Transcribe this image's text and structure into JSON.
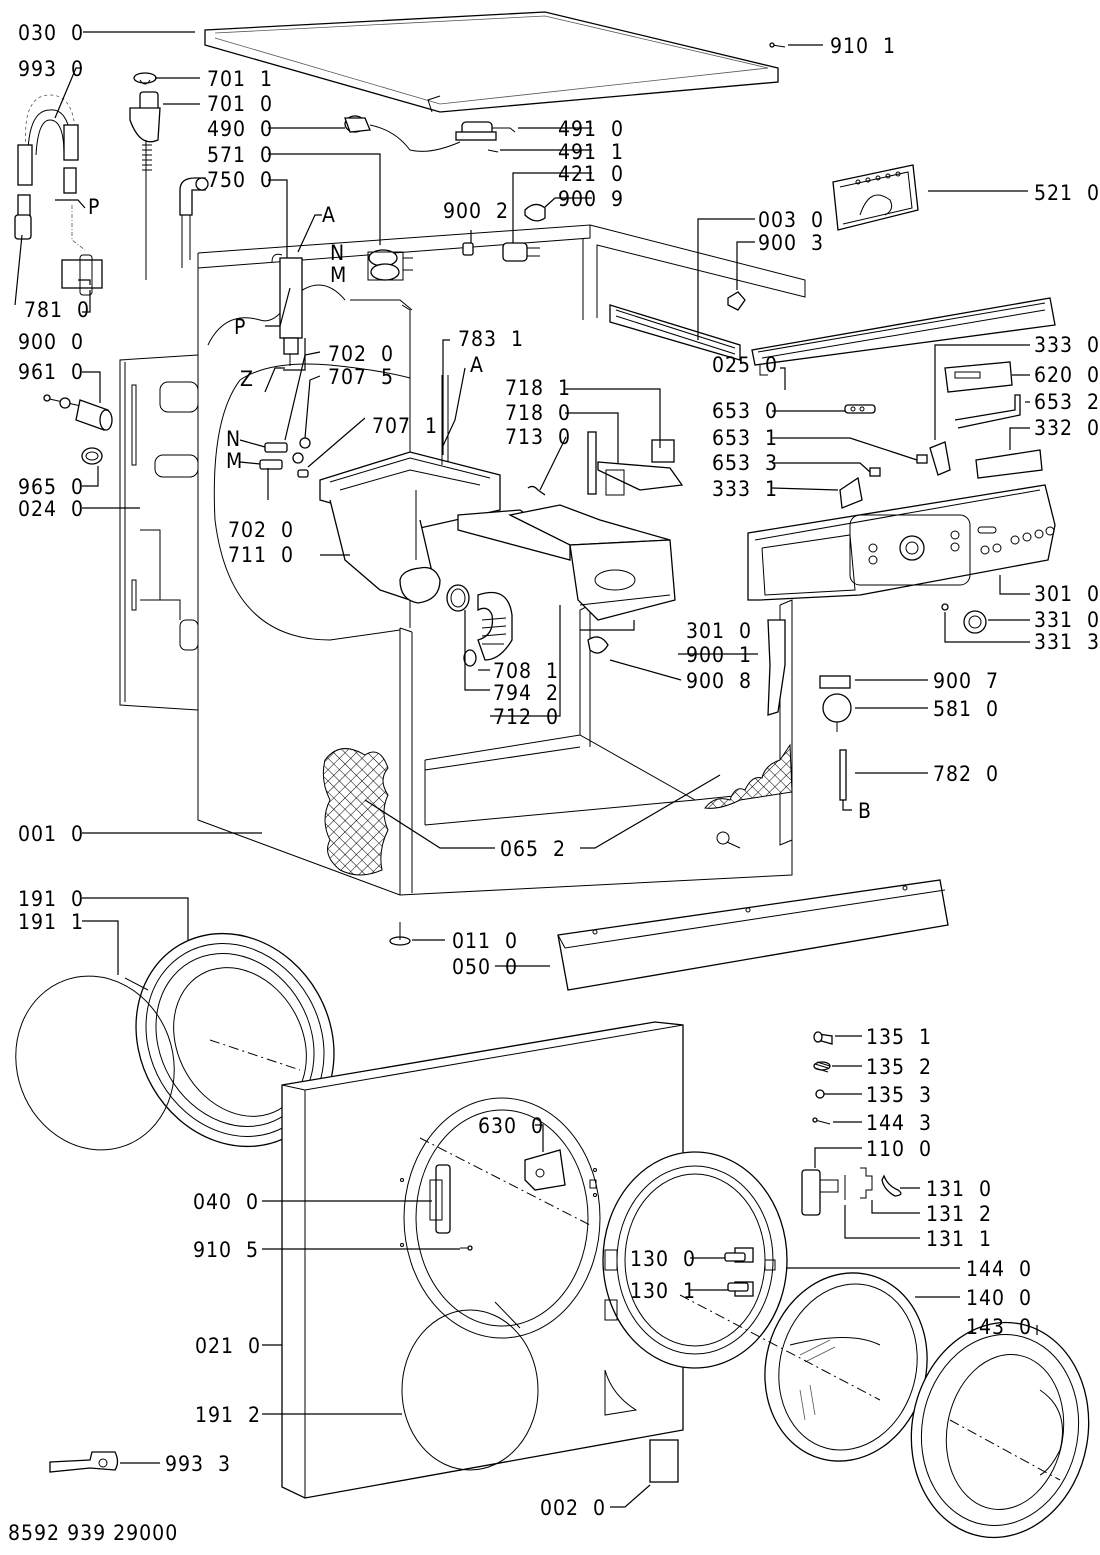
{
  "document_number": "8592 939 29000",
  "parts": [
    {
      "id": "030-0",
      "label": "030  0",
      "name": "top-cover"
    },
    {
      "id": "993-0",
      "label": "993  0",
      "name": "drain-hose-bracket"
    },
    {
      "id": "701-1",
      "label": "701  1",
      "name": "valve-cap"
    },
    {
      "id": "701-0",
      "label": "701  0",
      "name": "anti-siphon-valve"
    },
    {
      "id": "490-0",
      "label": "490  0",
      "name": "mains-plug"
    },
    {
      "id": "571-0",
      "label": "571  0",
      "name": "inlet-valve"
    },
    {
      "id": "750-0",
      "label": "750  0",
      "name": "air-chamber"
    },
    {
      "id": "491-0",
      "label": "491  0",
      "name": "suppressor"
    },
    {
      "id": "491-1",
      "label": "491  1",
      "name": "suppressor-screw"
    },
    {
      "id": "421-0",
      "label": "421  0",
      "name": "relay"
    },
    {
      "id": "900-9",
      "label": "900  9",
      "name": "clip-9"
    },
    {
      "id": "900-2",
      "label": "900  2",
      "name": "clip-2"
    },
    {
      "id": "910-1",
      "label": "910  1",
      "name": "top-screw"
    },
    {
      "id": "521-0",
      "label": "521  0",
      "name": "electronic-module"
    },
    {
      "id": "003-0",
      "label": "003  0",
      "name": "top-rail"
    },
    {
      "id": "900-3",
      "label": "900  3",
      "name": "clip-3"
    },
    {
      "id": "781-0",
      "label": "781  0",
      "name": "hose-connector"
    },
    {
      "id": "900-0",
      "label": "900  0",
      "name": "hose-clip"
    },
    {
      "id": "961-0",
      "label": "961  0",
      "name": "counterweight-bolt"
    },
    {
      "id": "965-0",
      "label": "965  0",
      "name": "grommet"
    },
    {
      "id": "024-0",
      "label": "024  0",
      "name": "back-panel"
    },
    {
      "id": "702-0a",
      "label": "702  0",
      "name": "hose-n"
    },
    {
      "id": "707-5",
      "label": "707  5",
      "name": "connector-5"
    },
    {
      "id": "707-1",
      "label": "707  1",
      "name": "connector-1"
    },
    {
      "id": "702-0b",
      "label": "702  0",
      "name": "hose-m"
    },
    {
      "id": "711-0",
      "label": "711  0",
      "name": "dispenser-housing"
    },
    {
      "id": "783-1",
      "label": "783  1",
      "name": "tube"
    },
    {
      "id": "718-1",
      "label": "718  1",
      "name": "siphon-cap"
    },
    {
      "id": "718-0",
      "label": "718  0",
      "name": "siphon"
    },
    {
      "id": "713-0",
      "label": "713  0",
      "name": "dispenser-clip"
    },
    {
      "id": "025-0",
      "label": "025  0",
      "name": "panel-bracket"
    },
    {
      "id": "653-0",
      "label": "653  0",
      "name": "led-board"
    },
    {
      "id": "653-1",
      "label": "653  1",
      "name": "led-1"
    },
    {
      "id": "653-3",
      "label": "653  3",
      "name": "led-3"
    },
    {
      "id": "333-1",
      "label": "333  1",
      "name": "button-set-1"
    },
    {
      "id": "333-0",
      "label": "333  0",
      "name": "button-set-0"
    },
    {
      "id": "620-0",
      "label": "620  0",
      "name": "display-board"
    },
    {
      "id": "653-2",
      "label": "653  2",
      "name": "led-2"
    },
    {
      "id": "332-0",
      "label": "332  0",
      "name": "push-buttons"
    },
    {
      "id": "301-0a",
      "label": "301  0",
      "name": "control-panel"
    },
    {
      "id": "331-0",
      "label": "331  0",
      "name": "knob"
    },
    {
      "id": "331-3",
      "label": "331  3",
      "name": "knob-insert"
    },
    {
      "id": "301-0b",
      "label": "301  0",
      "name": "dispenser-drawer"
    },
    {
      "id": "900-1",
      "label": "900  1",
      "name": "clip-1"
    },
    {
      "id": "900-8",
      "label": "900  8",
      "name": "clip-8"
    },
    {
      "id": "708-1",
      "label": "708  1",
      "name": "hose-clip-1"
    },
    {
      "id": "794-2",
      "label": "794  2",
      "name": "clamp"
    },
    {
      "id": "712-0",
      "label": "712  0",
      "name": "dispenser-hose"
    },
    {
      "id": "900-7",
      "label": "900  7",
      "name": "clip-7"
    },
    {
      "id": "581-0",
      "label": "581  0",
      "name": "pressure-switch"
    },
    {
      "id": "782-0",
      "label": "782  0",
      "name": "pressure-tube"
    },
    {
      "id": "001-0",
      "label": "001  0",
      "name": "cabinet"
    },
    {
      "id": "065-2",
      "label": "065  2",
      "name": "insulation"
    },
    {
      "id": "191-0",
      "label": "191  0",
      "name": "door-seal"
    },
    {
      "id": "191-1",
      "label": "191  1",
      "name": "seal-spring"
    },
    {
      "id": "011-0",
      "label": "011  0",
      "name": "foot"
    },
    {
      "id": "050-0",
      "label": "050  0",
      "name": "plinth"
    },
    {
      "id": "135-1",
      "label": "135  1",
      "name": "hinge-pin"
    },
    {
      "id": "135-2",
      "label": "135  2",
      "name": "hinge-spring"
    },
    {
      "id": "135-3",
      "label": "135  3",
      "name": "washer"
    },
    {
      "id": "144-3",
      "label": "144  3",
      "name": "door-screw"
    },
    {
      "id": "110-0",
      "label": "110  0",
      "name": "door-handle"
    },
    {
      "id": "131-0",
      "label": "131  0",
      "name": "latch-hook"
    },
    {
      "id": "131-2",
      "label": "131  2",
      "name": "latch-spring"
    },
    {
      "id": "131-1",
      "label": "131  1",
      "name": "latch-pin"
    },
    {
      "id": "630-0",
      "label": "630  0",
      "name": "door-lock"
    },
    {
      "id": "040-0",
      "label": "040  0",
      "name": "door-hinge"
    },
    {
      "id": "910-5",
      "label": "910  5",
      "name": "hinge-screw"
    },
    {
      "id": "130-0",
      "label": "130  0",
      "name": "hinge-part-0"
    },
    {
      "id": "130-1",
      "label": "130  1",
      "name": "hinge-part-1"
    },
    {
      "id": "144-0",
      "label": "144  0",
      "name": "inner-door-frame"
    },
    {
      "id": "140-0",
      "label": "140  0",
      "name": "door-glass"
    },
    {
      "id": "143-0",
      "label": "143  0",
      "name": "outer-door-frame"
    },
    {
      "id": "021-0",
      "label": "021  0",
      "name": "front-panel"
    },
    {
      "id": "191-2",
      "label": "191  2",
      "name": "seal-clamp"
    },
    {
      "id": "993-3",
      "label": "993  3",
      "name": "service-tool"
    },
    {
      "id": "002-0",
      "label": "002  0",
      "name": "filter-cover"
    }
  ],
  "markers": {
    "P": "P",
    "A": "A",
    "N": "N",
    "M": "M",
    "Z": "Z",
    "B": "B"
  }
}
